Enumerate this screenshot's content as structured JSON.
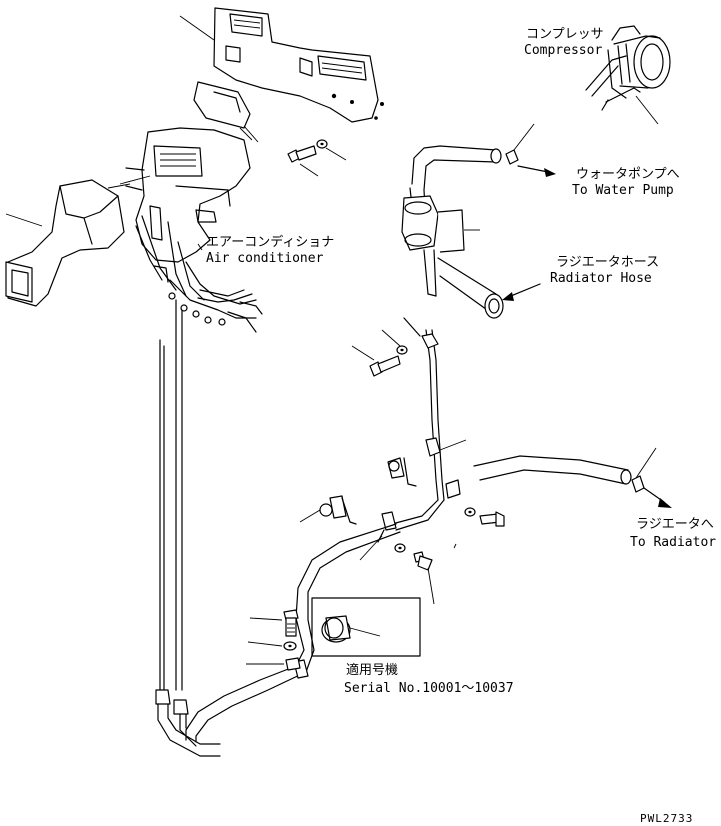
{
  "labels": {
    "compressor_jp": "コンプレッサ",
    "compressor_en": "Compressor",
    "water_pump_jp": "ウォータポンプへ",
    "water_pump_en": "To Water Pump",
    "radiator_hose_jp": "ラジエータホース",
    "radiator_hose_en": "Radiator Hose",
    "aircon_jp": "エアーコンディショナ",
    "aircon_en": "Air conditioner",
    "to_radiator_jp": "ラジエータへ",
    "to_radiator_en": "To Radiator",
    "serial_jp": "適用号機",
    "serial_en": "Serial No.10001～10037",
    "drawing_id": "PWL2733"
  }
}
